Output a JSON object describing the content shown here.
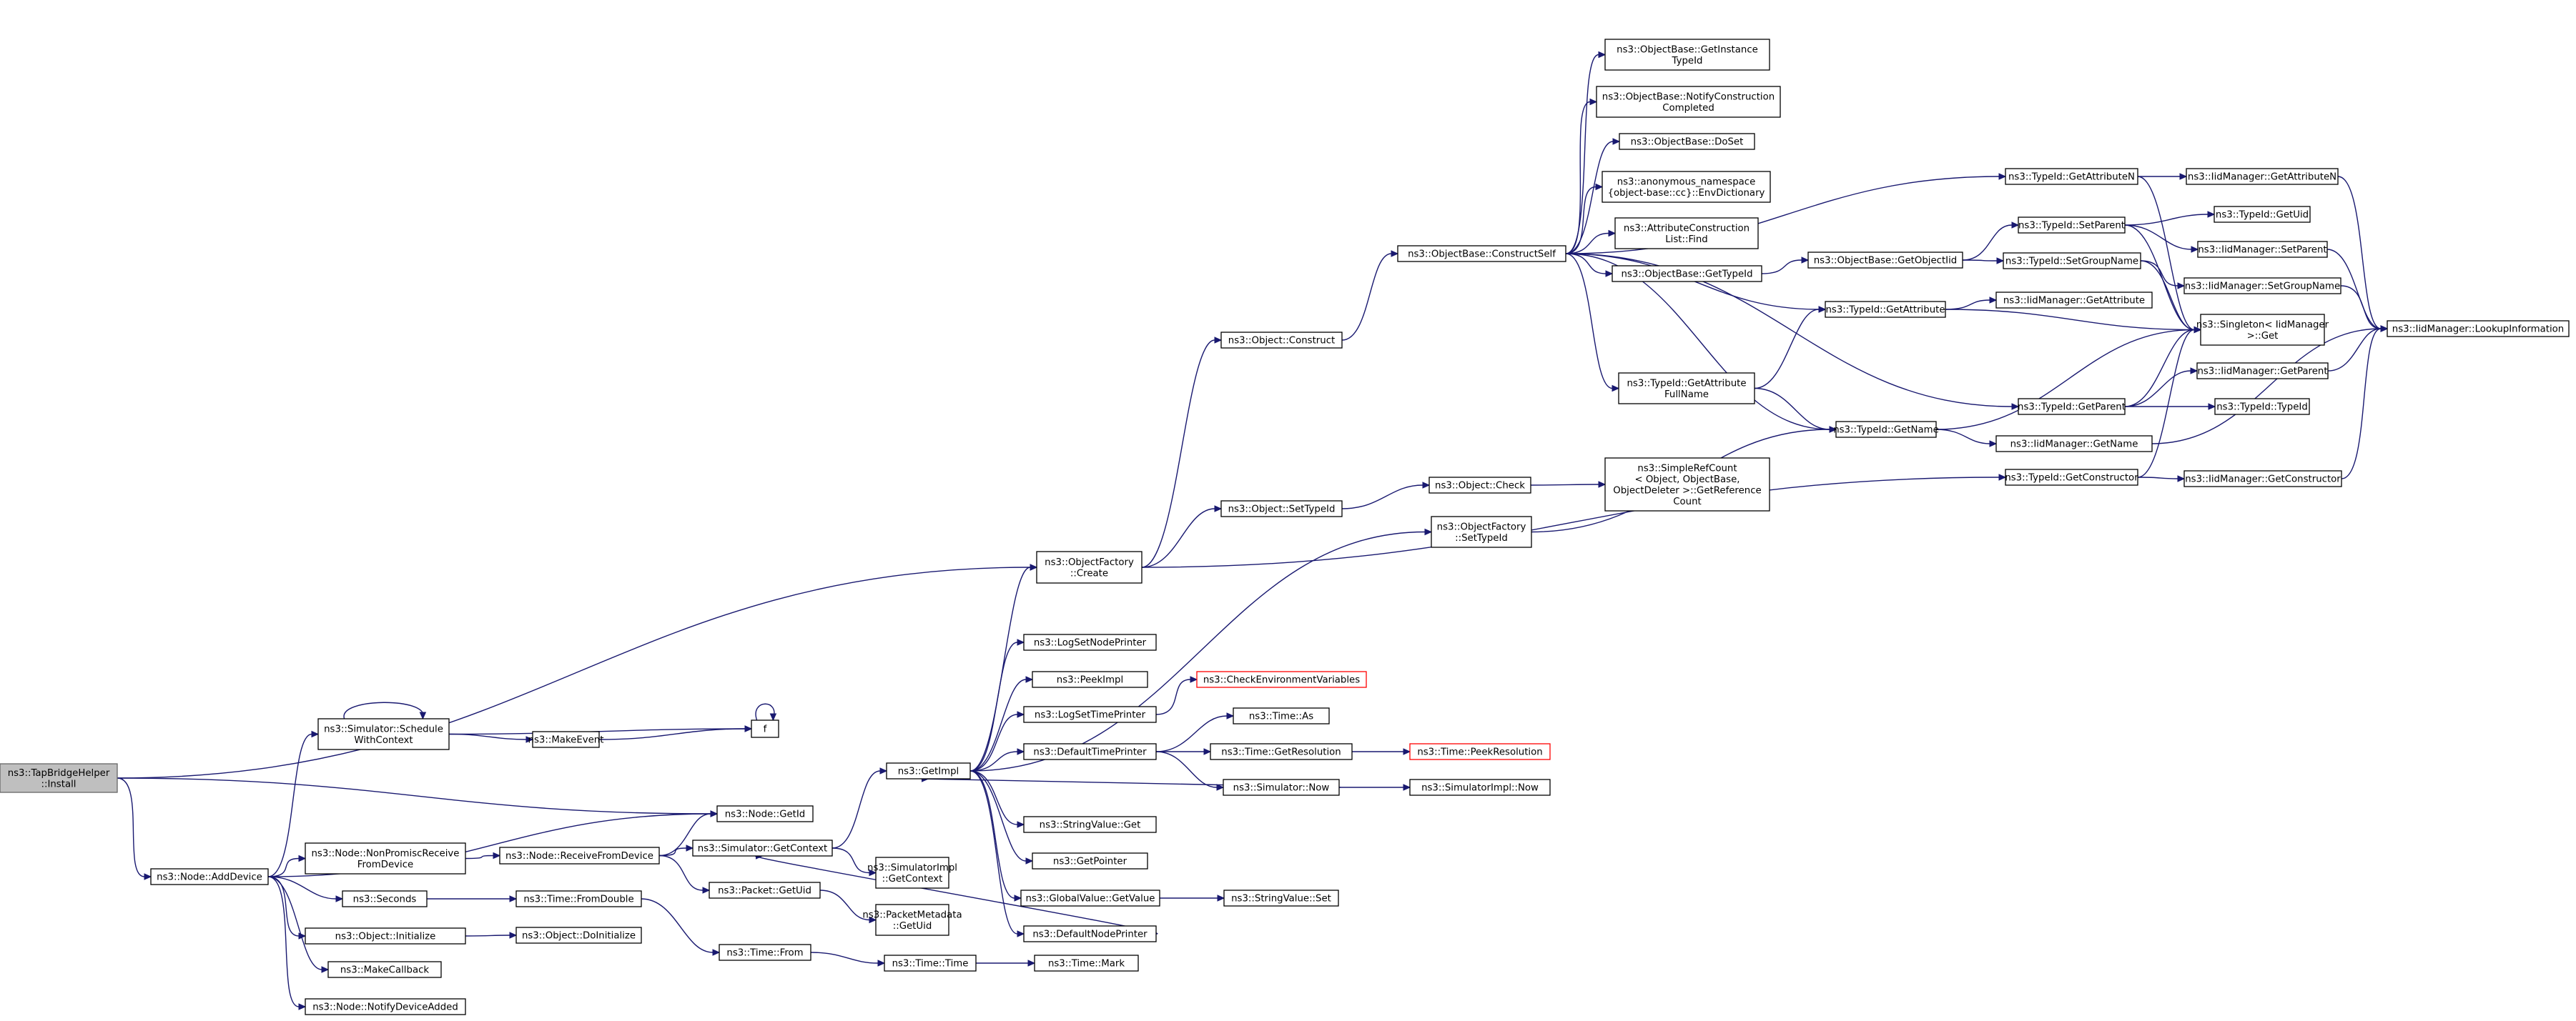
{
  "diagram": {
    "type": "call-graph",
    "nodes": [
      {
        "id": "root",
        "lines": [
          "ns3::TapBridgeHelper",
          "::Install"
        ],
        "style": "root"
      },
      {
        "id": "addDevice",
        "lines": [
          "ns3::Node::AddDevice"
        ]
      },
      {
        "id": "schedule",
        "lines": [
          "ns3::Simulator::Schedule",
          "WithContext"
        ]
      },
      {
        "id": "makeEvent",
        "lines": [
          "ns3::MakeEvent"
        ]
      },
      {
        "id": "f",
        "lines": [
          "f"
        ]
      },
      {
        "id": "getId",
        "lines": [
          "ns3::Node::GetId"
        ]
      },
      {
        "id": "nonPromisc",
        "lines": [
          "ns3::Node::NonPromiscReceive",
          "FromDevice"
        ]
      },
      {
        "id": "recvFromDev",
        "lines": [
          "ns3::Node::ReceiveFromDevice"
        ]
      },
      {
        "id": "simGetContext",
        "lines": [
          "ns3::Simulator::GetContext"
        ]
      },
      {
        "id": "simImplGetContext",
        "lines": [
          "ns3::SimulatorImpl",
          "::GetContext"
        ]
      },
      {
        "id": "packetGetUid",
        "lines": [
          "ns3::Packet::GetUid"
        ]
      },
      {
        "id": "pktMetaGetUid",
        "lines": [
          "ns3::PacketMetadata",
          "::GetUid"
        ]
      },
      {
        "id": "seconds",
        "lines": [
          "ns3::Seconds"
        ]
      },
      {
        "id": "fromDouble",
        "lines": [
          "ns3::Time::FromDouble"
        ]
      },
      {
        "id": "timeFrom",
        "lines": [
          "ns3::Time::From"
        ]
      },
      {
        "id": "timeTime",
        "lines": [
          "ns3::Time::Time"
        ]
      },
      {
        "id": "timeMark",
        "lines": [
          "ns3::Time::Mark"
        ]
      },
      {
        "id": "objInit",
        "lines": [
          "ns3::Object::Initialize"
        ]
      },
      {
        "id": "objDoInit",
        "lines": [
          "ns3::Object::DoInitialize"
        ]
      },
      {
        "id": "makeCallback",
        "lines": [
          "ns3::MakeCallback"
        ]
      },
      {
        "id": "notifyAdded",
        "lines": [
          "ns3::Node::NotifyDeviceAdded"
        ]
      },
      {
        "id": "getImpl",
        "lines": [
          "ns3::GetImpl"
        ]
      },
      {
        "id": "logSetNodePrinter",
        "lines": [
          "ns3::LogSetNodePrinter"
        ]
      },
      {
        "id": "peekImpl",
        "lines": [
          "ns3::PeekImpl"
        ]
      },
      {
        "id": "logSetTimePrinter",
        "lines": [
          "ns3::LogSetTimePrinter"
        ]
      },
      {
        "id": "checkEnv",
        "lines": [
          "ns3::CheckEnvironmentVariables"
        ],
        "style": "red"
      },
      {
        "id": "defaultTimePrinter",
        "lines": [
          "ns3::DefaultTimePrinter"
        ]
      },
      {
        "id": "timeAs",
        "lines": [
          "ns3::Time::As"
        ]
      },
      {
        "id": "timeGetRes",
        "lines": [
          "ns3::Time::GetResolution"
        ]
      },
      {
        "id": "timePeekRes",
        "lines": [
          "ns3::Time::PeekResolution"
        ],
        "style": "red"
      },
      {
        "id": "simNow",
        "lines": [
          "ns3::Simulator::Now"
        ]
      },
      {
        "id": "simImplNow",
        "lines": [
          "ns3::SimulatorImpl::Now"
        ]
      },
      {
        "id": "stringValueGet",
        "lines": [
          "ns3::StringValue::Get"
        ]
      },
      {
        "id": "getPointer",
        "lines": [
          "ns3::GetPointer"
        ]
      },
      {
        "id": "globalGetValue",
        "lines": [
          "ns3::GlobalValue::GetValue"
        ]
      },
      {
        "id": "stringValueSet",
        "lines": [
          "ns3::StringValue::Set"
        ]
      },
      {
        "id": "defaultNodePrinter",
        "lines": [
          "ns3::DefaultNodePrinter"
        ]
      },
      {
        "id": "objFactoryCreate",
        "lines": [
          "ns3::ObjectFactory",
          "::Create"
        ]
      },
      {
        "id": "objConstruct",
        "lines": [
          "ns3::Object::Construct"
        ]
      },
      {
        "id": "objSetTypeId",
        "lines": [
          "ns3::Object::SetTypeId"
        ]
      },
      {
        "id": "objCheck",
        "lines": [
          "ns3::Object::Check"
        ]
      },
      {
        "id": "simpleRefCount",
        "lines": [
          "ns3::SimpleRefCount",
          "< Object, ObjectBase,",
          "ObjectDeleter >::GetReference",
          "Count"
        ]
      },
      {
        "id": "objFactorySetTypeId",
        "lines": [
          "ns3::ObjectFactory",
          "::SetTypeId"
        ]
      },
      {
        "id": "constructSelf",
        "lines": [
          "ns3::ObjectBase::ConstructSelf"
        ]
      },
      {
        "id": "getInstanceTypeId",
        "lines": [
          "ns3::ObjectBase::GetInstance",
          "TypeId"
        ]
      },
      {
        "id": "notifyConstruction",
        "lines": [
          "ns3::ObjectBase::NotifyConstruction",
          "Completed"
        ]
      },
      {
        "id": "doSet",
        "lines": [
          "ns3::ObjectBase::DoSet"
        ]
      },
      {
        "id": "envDictionary",
        "lines": [
          "ns3::anonymous_namespace",
          "{object-base::cc}::EnvDictionary"
        ]
      },
      {
        "id": "attrConstructionFind",
        "lines": [
          "ns3::AttributeConstruction",
          "List::Find"
        ]
      },
      {
        "id": "objBaseGetTypeId",
        "lines": [
          "ns3::ObjectBase::GetTypeId"
        ]
      },
      {
        "id": "getObjectIid",
        "lines": [
          "ns3::ObjectBase::GetObjectIid"
        ]
      },
      {
        "id": "typeIdGetAttribute",
        "lines": [
          "ns3::TypeId::GetAttribute"
        ]
      },
      {
        "id": "typeIdGetAttrFullName",
        "lines": [
          "ns3::TypeId::GetAttribute",
          "FullName"
        ]
      },
      {
        "id": "typeIdGetName",
        "lines": [
          "ns3::TypeId::GetName"
        ]
      },
      {
        "id": "typeIdGetAttributeN",
        "lines": [
          "ns3::TypeId::GetAttributeN"
        ]
      },
      {
        "id": "typeIdSetParent",
        "lines": [
          "ns3::TypeId::SetParent"
        ]
      },
      {
        "id": "typeIdSetGroupName",
        "lines": [
          "ns3::TypeId::SetGroupName"
        ]
      },
      {
        "id": "typeIdGetParent",
        "lines": [
          "ns3::TypeId::GetParent"
        ]
      },
      {
        "id": "typeIdGetConstructor",
        "lines": [
          "ns3::TypeId::GetConstructor"
        ]
      },
      {
        "id": "iidGetAttributeN",
        "lines": [
          "ns3::IidManager::GetAttributeN"
        ]
      },
      {
        "id": "typeIdGetUid",
        "lines": [
          "ns3::TypeId::GetUid"
        ]
      },
      {
        "id": "iidSetParent",
        "lines": [
          "ns3::IidManager::SetParent"
        ]
      },
      {
        "id": "iidSetGroupName",
        "lines": [
          "ns3::IidManager::SetGroupName"
        ]
      },
      {
        "id": "iidGetAttribute",
        "lines": [
          "ns3::IidManager::GetAttribute"
        ]
      },
      {
        "id": "singletonGet",
        "lines": [
          "ns3::Singleton< IidManager",
          ">::Get"
        ]
      },
      {
        "id": "iidGetParent",
        "lines": [
          "ns3::IidManager::GetParent"
        ]
      },
      {
        "id": "typeIdTypeId",
        "lines": [
          "ns3::TypeId::TypeId"
        ]
      },
      {
        "id": "iidGetName",
        "lines": [
          "ns3::IidManager::GetName"
        ]
      },
      {
        "id": "iidGetConstructor",
        "lines": [
          "ns3::IidManager::GetConstructor"
        ]
      },
      {
        "id": "lookupInfo",
        "lines": [
          "ns3::IidManager::LookupInformation"
        ]
      }
    ],
    "edges": [
      [
        "root",
        "objFactoryCreate"
      ],
      [
        "root",
        "getId"
      ],
      [
        "root",
        "addDevice"
      ],
      [
        "addDevice",
        "schedule"
      ],
      [
        "addDevice",
        "getId"
      ],
      [
        "addDevice",
        "nonPromisc"
      ],
      [
        "addDevice",
        "seconds"
      ],
      [
        "addDevice",
        "objInit"
      ],
      [
        "addDevice",
        "makeCallback"
      ],
      [
        "addDevice",
        "notifyAdded"
      ],
      [
        "schedule",
        "schedule"
      ],
      [
        "schedule",
        "f"
      ],
      [
        "schedule",
        "makeEvent"
      ],
      [
        "makeEvent",
        "f"
      ],
      [
        "f",
        "f"
      ],
      [
        "nonPromisc",
        "recvFromDev"
      ],
      [
        "recvFromDev",
        "getId"
      ],
      [
        "recvFromDev",
        "simGetContext"
      ],
      [
        "recvFromDev",
        "packetGetUid"
      ],
      [
        "simGetContext",
        "getImpl"
      ],
      [
        "simGetContext",
        "simImplGetContext"
      ],
      [
        "packetGetUid",
        "pktMetaGetUid"
      ],
      [
        "seconds",
        "fromDouble"
      ],
      [
        "fromDouble",
        "timeFrom"
      ],
      [
        "timeFrom",
        "timeTime"
      ],
      [
        "timeTime",
        "timeMark"
      ],
      [
        "objInit",
        "objDoInit"
      ],
      [
        "getImpl",
        "objFactoryCreate"
      ],
      [
        "getImpl",
        "objFactorySetTypeId"
      ],
      [
        "getImpl",
        "logSetNodePrinter"
      ],
      [
        "getImpl",
        "peekImpl"
      ],
      [
        "getImpl",
        "logSetTimePrinter"
      ],
      [
        "getImpl",
        "defaultTimePrinter"
      ],
      [
        "getImpl",
        "stringValueGet"
      ],
      [
        "getImpl",
        "getPointer"
      ],
      [
        "getImpl",
        "globalGetValue"
      ],
      [
        "getImpl",
        "defaultNodePrinter"
      ],
      [
        "logSetTimePrinter",
        "checkEnv"
      ],
      [
        "defaultTimePrinter",
        "timeAs"
      ],
      [
        "defaultTimePrinter",
        "timeGetRes"
      ],
      [
        "defaultTimePrinter",
        "simNow"
      ],
      [
        "timeGetRes",
        "timePeekRes"
      ],
      [
        "simNow",
        "getImpl"
      ],
      [
        "simNow",
        "simImplNow"
      ],
      [
        "globalGetValue",
        "stringValueSet"
      ],
      [
        "defaultNodePrinter",
        "simGetContext"
      ],
      [
        "objFactoryCreate",
        "objConstruct"
      ],
      [
        "objFactoryCreate",
        "objSetTypeId"
      ],
      [
        "objFactoryCreate",
        "typeIdGetConstructor"
      ],
      [
        "objConstruct",
        "constructSelf"
      ],
      [
        "objSetTypeId",
        "objCheck"
      ],
      [
        "objCheck",
        "simpleRefCount"
      ],
      [
        "objFactorySetTypeId",
        "typeIdGetName"
      ],
      [
        "constructSelf",
        "getInstanceTypeId"
      ],
      [
        "constructSelf",
        "notifyConstruction"
      ],
      [
        "constructSelf",
        "doSet"
      ],
      [
        "constructSelf",
        "envDictionary"
      ],
      [
        "constructSelf",
        "attrConstructionFind"
      ],
      [
        "constructSelf",
        "objBaseGetTypeId"
      ],
      [
        "constructSelf",
        "typeIdGetAttribute"
      ],
      [
        "constructSelf",
        "typeIdGetAttrFullName"
      ],
      [
        "constructSelf",
        "typeIdGetName"
      ],
      [
        "constructSelf",
        "typeIdGetAttributeN"
      ],
      [
        "constructSelf",
        "typeIdGetParent"
      ],
      [
        "objBaseGetTypeId",
        "getObjectIid"
      ],
      [
        "getObjectIid",
        "typeIdSetParent"
      ],
      [
        "getObjectIid",
        "typeIdSetGroupName"
      ],
      [
        "typeIdGetAttrFullName",
        "typeIdGetAttribute"
      ],
      [
        "typeIdGetAttrFullName",
        "typeIdGetName"
      ],
      [
        "typeIdGetAttribute",
        "iidGetAttribute"
      ],
      [
        "typeIdGetAttribute",
        "singletonGet"
      ],
      [
        "typeIdGetName",
        "singletonGet"
      ],
      [
        "typeIdGetName",
        "iidGetName"
      ],
      [
        "typeIdGetAttributeN",
        "iidGetAttributeN"
      ],
      [
        "typeIdGetAttributeN",
        "singletonGet"
      ],
      [
        "typeIdSetParent",
        "typeIdGetUid"
      ],
      [
        "typeIdSetParent",
        "iidSetParent"
      ],
      [
        "typeIdSetParent",
        "singletonGet"
      ],
      [
        "typeIdSetGroupName",
        "iidSetGroupName"
      ],
      [
        "typeIdSetGroupName",
        "singletonGet"
      ],
      [
        "typeIdGetParent",
        "iidGetParent"
      ],
      [
        "typeIdGetParent",
        "typeIdTypeId"
      ],
      [
        "typeIdGetParent",
        "singletonGet"
      ],
      [
        "typeIdGetConstructor",
        "iidGetConstructor"
      ],
      [
        "typeIdGetConstructor",
        "singletonGet"
      ],
      [
        "iidGetAttributeN",
        "lookupInfo"
      ],
      [
        "iidSetParent",
        "lookupInfo"
      ],
      [
        "iidSetGroupName",
        "lookupInfo"
      ],
      [
        "iidGetParent",
        "lookupInfo"
      ],
      [
        "iidGetName",
        "lookupInfo"
      ],
      [
        "iidGetConstructor",
        "lookupInfo"
      ]
    ]
  },
  "colors": {
    "edge": "#191970",
    "root_fill": "#bfbfbf",
    "highlight_border": "#ff0000"
  }
}
